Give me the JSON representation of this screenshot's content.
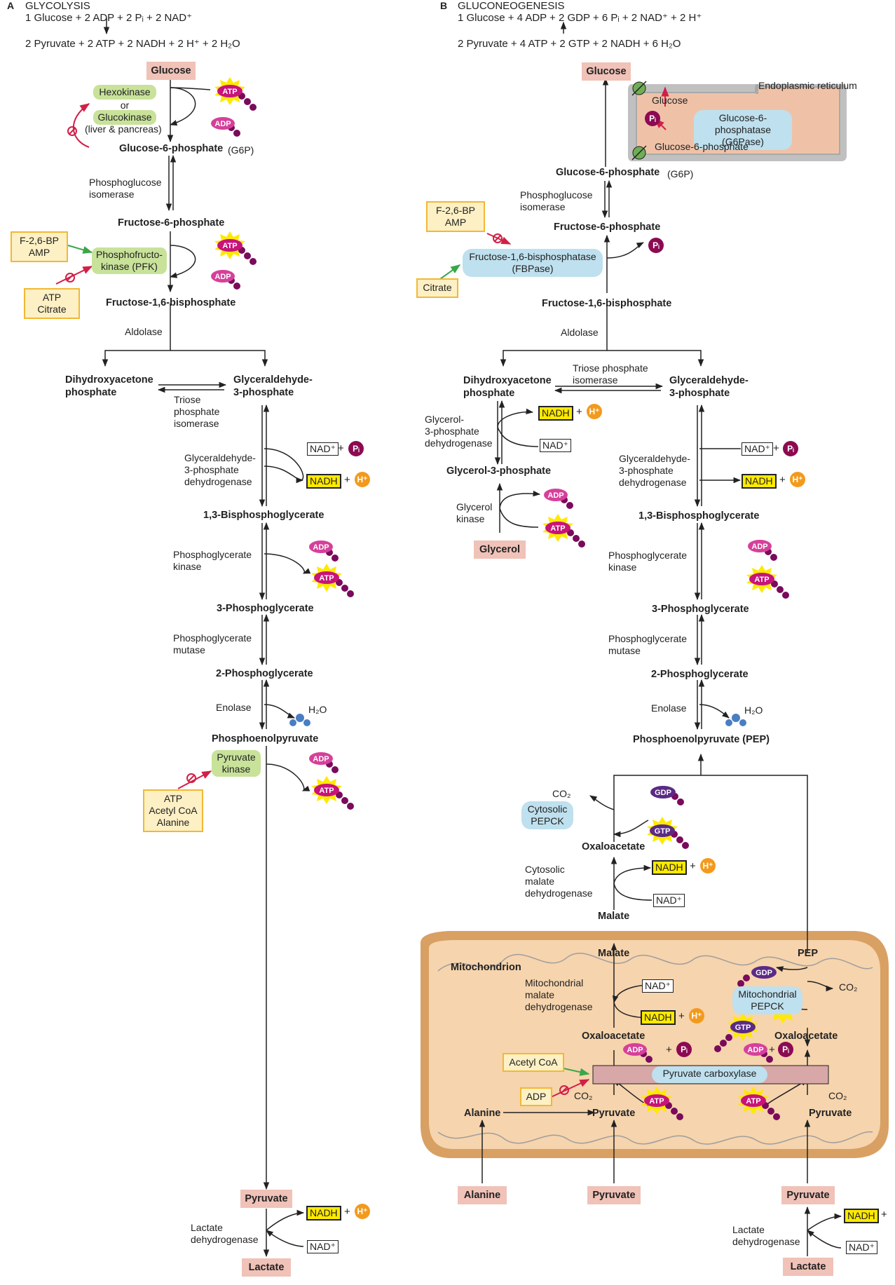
{
  "colors": {
    "pink_box": "#f0c2b8",
    "green_enzyme": "#c8e29a",
    "blue_enzyme": "#bfe0ee",
    "regulator_fill": "#fdf0c4",
    "regulator_border": "#f2b834",
    "nadh_yellow": "#ffe900",
    "proton_orange": "#f39a1c",
    "pi_purple": "#8c0a52",
    "adp_pink": "#d6409a",
    "atp_magenta": "#c8137a",
    "gtp_purple": "#5b2a86",
    "inhibit_red": "#d21f47",
    "activate_green": "#3aa64a",
    "mito_fill": "#f6d4ad",
    "mito_outer": "#d9a063",
    "er_fill": "#efc2a8",
    "water_blue": "#4a7ec3"
  },
  "icons": [
    "atp-burst-icon",
    "adp-molecule-icon",
    "gtp-burst-icon",
    "gdp-molecule-icon",
    "inhibition-icon",
    "water-molecule-icon",
    "membrane-transporter-icon"
  ],
  "panel_a": {
    "letter": "A",
    "title": "GLYCOLYSIS",
    "eq_top": "1 Glucose + 2 ADP + 2 Pᵢ + 2 NAD⁺",
    "eq_bottom": "2 Pyruvate + 2 ATP + 2 NADH + 2 H⁺ + 2 H₂O",
    "glucose": "Glucose",
    "hexokinase": "Hexokinase",
    "or": "or",
    "glucokinase": "Glucokinase",
    "liver_pancreas": "(liver & pancreas)",
    "g6p": "Glucose-6-phosphate",
    "g6p_abbr": "(G6P)",
    "pgi": [
      "Phosphoglucose",
      "isomerase"
    ],
    "f6p": "Fructose-6-phosphate",
    "pfk": [
      "Phosphofructo-",
      "kinase (PFK)"
    ],
    "pfk_activators": [
      "F-2,6-BP",
      "AMP"
    ],
    "pfk_inhibitors": [
      "ATP",
      "Citrate"
    ],
    "f16bp": "Fructose-1,6-bisphosphate",
    "aldolase": "Aldolase",
    "dhap": [
      "Dihydroxyacetone",
      "phosphate"
    ],
    "gap": [
      "Glyceraldehyde-",
      "3-phosphate"
    ],
    "tpi": [
      "Triose",
      "phosphate",
      "isomerase"
    ],
    "gapdh": [
      "Glyceraldehyde-",
      "3-phosphate",
      "dehydrogenase"
    ],
    "bpg13": "1,3-Bisphosphoglycerate",
    "pgk": [
      "Phosphoglycerate",
      "kinase"
    ],
    "pg3": "3-Phosphoglycerate",
    "pgm": [
      "Phosphoglycerate",
      "mutase"
    ],
    "pg2": "2-Phosphoglycerate",
    "enolase": "Enolase",
    "pep": "Phosphoenolpyruvate",
    "pk": [
      "Pyruvate",
      "kinase"
    ],
    "pk_inhibitors": [
      "ATP",
      "Acetyl CoA",
      "Alanine"
    ],
    "pyruvate": "Pyruvate",
    "ldh": [
      "Lactate",
      "dehydrogenase"
    ],
    "lactate": "Lactate"
  },
  "panel_b": {
    "letter": "B",
    "title": "GLUCONEOGENESIS",
    "eq_top": "1 Glucose + 4 ADP + 2 GDP + 6 Pᵢ + 2 NAD⁺ + 2 H⁺",
    "eq_bottom": "2 Pyruvate + 4 ATP + 2 GTP + 2 NADH + 6 H₂O",
    "glucose": "Glucose",
    "er_label": "Endoplasmic reticulum",
    "er_glucose": "Glucose",
    "g6pase": [
      "Glucose-6-phosphatase",
      "(G6Pase)"
    ],
    "er_g6p": "Glucose-6-phosphate",
    "g6p": "Glucose-6-phosphate",
    "g6p_abbr": "(G6P)",
    "pgi": [
      "Phosphoglucose",
      "isomerase"
    ],
    "f6p": "Fructose-6-phosphate",
    "fbpase_inhibitors": [
      "F-2,6-BP",
      "AMP"
    ],
    "fbpase": [
      "Fructose-1,6-bisphosphatase",
      "(FBPase)"
    ],
    "citrate": "Citrate",
    "f16bp": "Fructose-1,6-bisphosphate",
    "aldolase": "Aldolase",
    "dhap": [
      "Dihydroxyacetone",
      "phosphate"
    ],
    "tpi": [
      "Triose phosphate",
      "isomerase"
    ],
    "gap": [
      "Glyceraldehyde-",
      "3-phosphate"
    ],
    "g3pdh": [
      "Glycerol-",
      "3-phosphate",
      "dehydrogenase"
    ],
    "glycerol3p": "Glycerol-3-phosphate",
    "glycerol_kinase": [
      "Glycerol",
      "kinase"
    ],
    "glycerol": "Glycerol",
    "gapdh": [
      "Glyceraldehyde-",
      "3-phosphate",
      "dehydrogenase"
    ],
    "bpg13": "1,3-Bisphosphoglycerate",
    "pgk": [
      "Phosphoglycerate",
      "kinase"
    ],
    "pg3": "3-Phosphoglycerate",
    "pgm": [
      "Phosphoglycerate",
      "mutase"
    ],
    "pg2": "2-Phosphoglycerate",
    "enolase": "Enolase",
    "pep": "Phosphoenolpyruvate (PEP)",
    "co2": "CO₂",
    "cyto_pepck": [
      "Cytosolic",
      "PEPCK"
    ],
    "oaa": "Oxaloacetate",
    "cyto_mdh": [
      "Cytosolic",
      "malate",
      "dehydrogenase"
    ],
    "malate": "Malate",
    "mitochondrion": "Mitochondrion",
    "mito_malate": "Malate",
    "mito_pep": "PEP",
    "mito_mdh": [
      "Mitochondrial",
      "malate",
      "dehydrogenase"
    ],
    "mito_pepck": [
      "Mitochondrial",
      "PEPCK"
    ],
    "mito_oaa_left": "Oxaloacetate",
    "mito_oaa_right": "Oxaloacetate",
    "acetyl_coa": "Acetyl CoA",
    "adp_reg": "ADP",
    "pyruvate_carboxylase": "Pyruvate carboxylase",
    "mito_alanine": "Alanine",
    "mito_pyruvate_mid": "Pyruvate",
    "mito_pyruvate_right": "Pyruvate",
    "alanine": "Alanine",
    "pyruvate_mid": "Pyruvate",
    "pyruvate_right": "Pyruvate",
    "ldh": [
      "Lactate",
      "dehydrogenase"
    ],
    "lactate": "Lactate"
  },
  "cofactors": {
    "atp": "ATP",
    "adp": "ADP",
    "gtp": "GTP",
    "gdp": "GDP",
    "nadh": "NADH",
    "nad": "NAD⁺",
    "h": "H⁺",
    "pi": "Pᵢ",
    "h2o": "H₂O",
    "plus": "+"
  }
}
